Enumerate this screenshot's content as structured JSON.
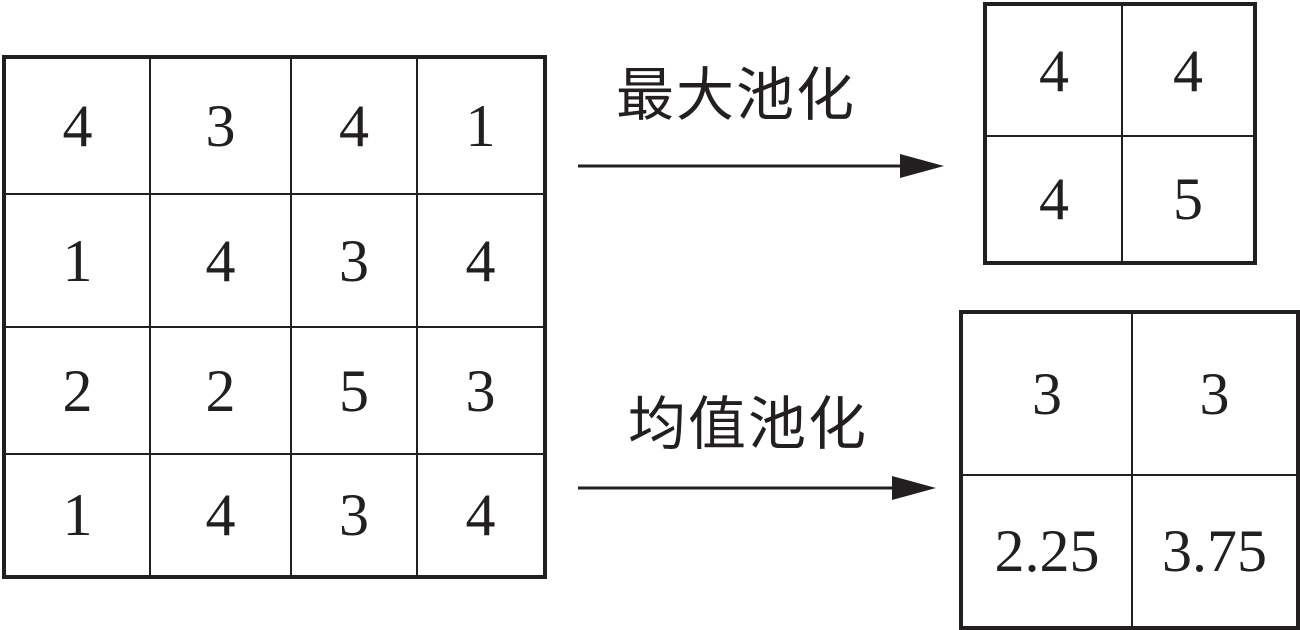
{
  "input_matrix": [
    [
      "4",
      "3",
      "4",
      "1"
    ],
    [
      "1",
      "4",
      "3",
      "4"
    ],
    [
      "2",
      "2",
      "5",
      "3"
    ],
    [
      "1",
      "4",
      "3",
      "4"
    ]
  ],
  "max_pooling": {
    "label": "最大池化",
    "output": [
      [
        "4",
        "4"
      ],
      [
        "4",
        "5"
      ]
    ]
  },
  "mean_pooling": {
    "label": "均值池化",
    "output": [
      [
        "3",
        "3"
      ],
      [
        "2.25",
        "3.75"
      ]
    ]
  },
  "colors": {
    "ink": "#231f20",
    "background": "#ffffff"
  }
}
